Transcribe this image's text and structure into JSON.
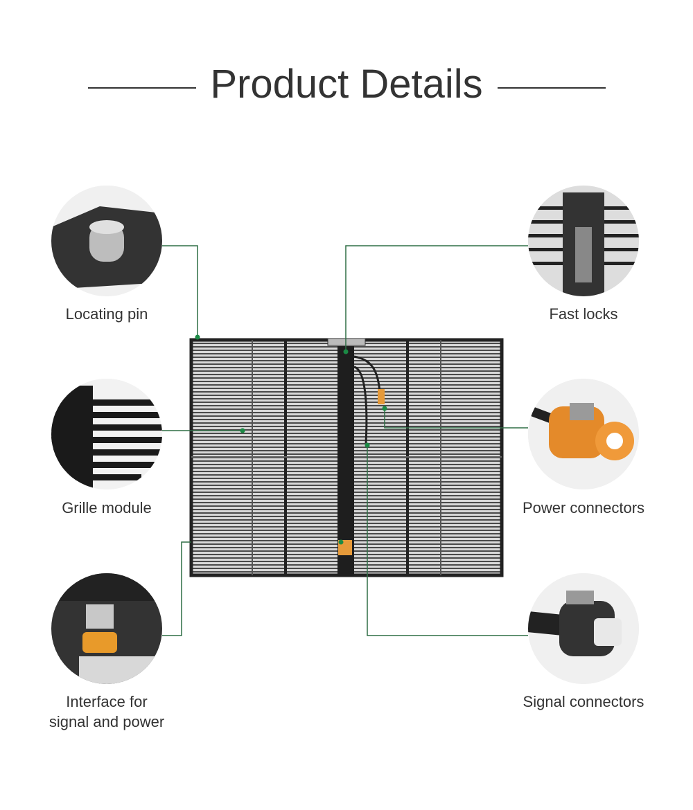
{
  "title": "Product Details",
  "features": [
    {
      "label": "Locating pin",
      "icon": "locating-pin-photo"
    },
    {
      "label": "Fast locks",
      "icon": "fast-lock-photo"
    },
    {
      "label": "Grille module",
      "icon": "grille-module-photo"
    },
    {
      "label": "Power connectors",
      "icon": "power-connector-photo"
    },
    {
      "label": "Interface for",
      "label2": "signal and power",
      "icon": "interface-photo"
    },
    {
      "label": "Signal connectors",
      "icon": "signal-connector-photo"
    }
  ],
  "colors": {
    "leader": "#2f6e45",
    "dot": "#1b8a45",
    "text": "#333333"
  }
}
